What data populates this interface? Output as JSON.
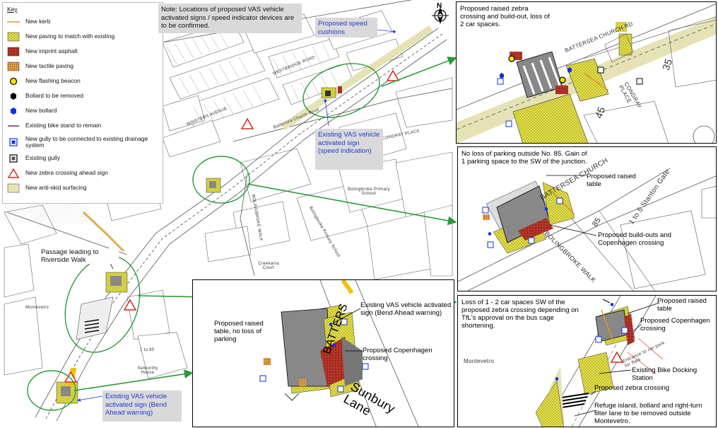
{
  "legend": {
    "title": "Key",
    "items": [
      {
        "label": "New kerb",
        "icon": "kerb-line-icon"
      },
      {
        "label": "New paving to match with existing",
        "icon": "paving-swatch-icon"
      },
      {
        "label": "New imprint asphalt",
        "icon": "imprint-asphalt-swatch-icon"
      },
      {
        "label": "New tactile paving",
        "icon": "tactile-paving-swatch-icon"
      },
      {
        "label": "New flashing beacon",
        "icon": "flashing-beacon-icon"
      },
      {
        "label": "Bollard to be removed",
        "icon": "bollard-removed-icon"
      },
      {
        "label": "New bollard",
        "icon": "new-bollard-icon"
      },
      {
        "label": "Existing bike stand to remain",
        "icon": "bike-stand-line-icon"
      },
      {
        "label": "New gully to be connected to existing drainage system",
        "icon": "new-gully-icon"
      },
      {
        "label": "Existing gully",
        "icon": "existing-gully-icon"
      },
      {
        "label": "New zebra crossing ahead sign",
        "icon": "zebra-sign-icon"
      },
      {
        "label": "New anti-skid surfacing",
        "icon": "anti-skid-swatch-icon"
      }
    ]
  },
  "colors": {
    "kerb": "#e0952a",
    "paving": "#e6e34a",
    "imprint": "#c0392b",
    "tactile": "#e8a048",
    "beacon": "#f2e200",
    "bollard_new": "#1030e0",
    "bike_stand": "#6b2d6b",
    "anti_skid": "#e8e4b0",
    "ellipse": "#2a9a3a",
    "arrow": "#2a9a3a",
    "note_bg": "#d9d9d9",
    "blue_text": "#1f3bd6"
  },
  "notes": {
    "vas_note": "Note: Locations of proposed VAS vehicle activated signs / speed indicator devices are to be confirmed.",
    "speed_cushions": "Proposed speed cushions",
    "vas_speed": "Existing VAS vehicle activated sign (speed indication)",
    "vas_bend": "Existing VAS vehicle activated sign (Bend Ahead warning)",
    "passage": "Passage leading to Riverside Walk"
  },
  "map_labels": {
    "bolingbroke_school": "Bolingbroke Primary School",
    "bolingbroke_school_2": "Bolingbroke Primary School",
    "creekarra": "Creekarra Court",
    "montevetro": "Montevetro",
    "selworthy": "Selworthy House",
    "one_to_80": "1 to 80",
    "condray_place": "CONDRAY PLACE",
    "bolingbroke_walk": "BOLINGBROKE WALK",
    "westbrook": "WESTBRIDGE ROAD",
    "battersea_church_road": "Battersea Church Road",
    "wynters_avenue": "WINSTERS AVENUE",
    "north": "N"
  },
  "panels": {
    "p1": {
      "text1": "Proposed raised zebra crossing and build-out, loss of 2 car spaces.",
      "street": "BATTERSEA CHURCH RD",
      "condray": "CONDRAY PLACE",
      "num1": "35",
      "num2": "45"
    },
    "p2": {
      "text1": "No loss of parking outside No. 85. Gain of 1 parking space to the SW of the junction.",
      "text2": "Proposed raised table",
      "text3": "Proposed build-outs and Copenhagen crossing",
      "street1": "BATTERSEA CHURCH",
      "street2": "BOLINGBROKE WALK",
      "stanton": "1 to 5 Stanton Gate",
      "num": "85"
    },
    "p3": {
      "text1": "Proposed raised table, no loss of parking",
      "text2": "Existing VAS vehicle activated sign (Bend Ahead warning)",
      "text3": "Proposed Copenhagen crossing",
      "sunbury": "Sunbury Lane",
      "street": "BATTERS"
    },
    "p4": {
      "text1": "Loss of 1 - 2 car spaces SW of the proposed zebra crossing depending on TfL's approval on the bus cage shortening.",
      "text2": "Proposed raised table",
      "text3": "Proposed Copenhagen crossing",
      "text4": "Existing Bike Docking Station",
      "text5": "Proposed zebra crossing",
      "text6": "Refuge island, bollard and right-turn filter lane to be removed outside Montevetro.",
      "montevetro": "Montevetro",
      "carpark": "Entrance to car park for flats"
    }
  }
}
